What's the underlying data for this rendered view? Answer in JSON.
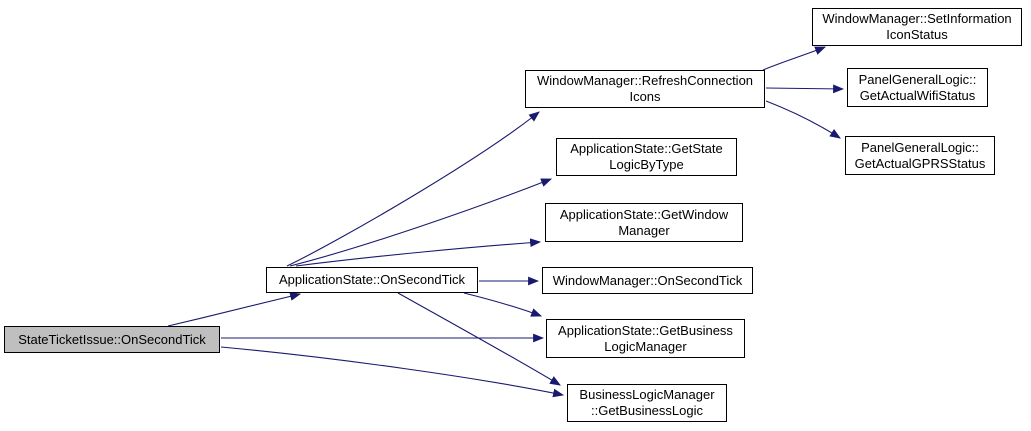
{
  "diagram": {
    "type": "call-graph",
    "background_color": "#ffffff",
    "edge_color": "#191970",
    "node_border_color": "#000000",
    "node_fill_color": "#ffffff",
    "highlighted_node_fill_color": "#bfbfbf",
    "nodes": [
      {
        "id": "state-ticket-issue-on-second-tick",
        "label": "StateTicketIssue::OnSecondTick",
        "highlighted": true
      },
      {
        "id": "application-state-on-second-tick",
        "label": "ApplicationState::OnSecondTick",
        "highlighted": false
      },
      {
        "id": "window-manager-refresh-connection-icons",
        "label": "WindowManager::RefreshConnection\nIcons",
        "highlighted": false
      },
      {
        "id": "application-state-get-state-logic-by-type",
        "label": "ApplicationState::GetState\nLogicByType",
        "highlighted": false
      },
      {
        "id": "application-state-get-window-manager",
        "label": "ApplicationState::GetWindow\nManager",
        "highlighted": false
      },
      {
        "id": "window-manager-on-second-tick",
        "label": "WindowManager::OnSecondTick",
        "highlighted": false
      },
      {
        "id": "application-state-get-business-logic-manager",
        "label": "ApplicationState::GetBusiness\nLogicManager",
        "highlighted": false
      },
      {
        "id": "business-logic-manager-get-business-logic",
        "label": "BusinessLogicManager\n::GetBusinessLogic",
        "highlighted": false
      },
      {
        "id": "window-manager-set-information-icon-status",
        "label": "WindowManager::SetInformation\nIconStatus",
        "highlighted": false
      },
      {
        "id": "panel-general-logic-get-actual-wifi-status",
        "label": "PanelGeneralLogic::\nGetActualWifiStatus",
        "highlighted": false
      },
      {
        "id": "panel-general-logic-get-actual-gprs-status",
        "label": "PanelGeneralLogic::\nGetActualGPRSStatus",
        "highlighted": false
      }
    ],
    "edges": [
      {
        "from": "state-ticket-issue-on-second-tick",
        "to": "application-state-on-second-tick"
      },
      {
        "from": "state-ticket-issue-on-second-tick",
        "to": "application-state-get-business-logic-manager"
      },
      {
        "from": "state-ticket-issue-on-second-tick",
        "to": "business-logic-manager-get-business-logic"
      },
      {
        "from": "application-state-on-second-tick",
        "to": "window-manager-refresh-connection-icons"
      },
      {
        "from": "application-state-on-second-tick",
        "to": "application-state-get-state-logic-by-type"
      },
      {
        "from": "application-state-on-second-tick",
        "to": "application-state-get-window-manager"
      },
      {
        "from": "application-state-on-second-tick",
        "to": "window-manager-on-second-tick"
      },
      {
        "from": "application-state-on-second-tick",
        "to": "application-state-get-business-logic-manager"
      },
      {
        "from": "application-state-on-second-tick",
        "to": "business-logic-manager-get-business-logic"
      },
      {
        "from": "window-manager-refresh-connection-icons",
        "to": "window-manager-set-information-icon-status"
      },
      {
        "from": "window-manager-refresh-connection-icons",
        "to": "panel-general-logic-get-actual-wifi-status"
      },
      {
        "from": "window-manager-refresh-connection-icons",
        "to": "panel-general-logic-get-actual-gprs-status"
      }
    ]
  }
}
